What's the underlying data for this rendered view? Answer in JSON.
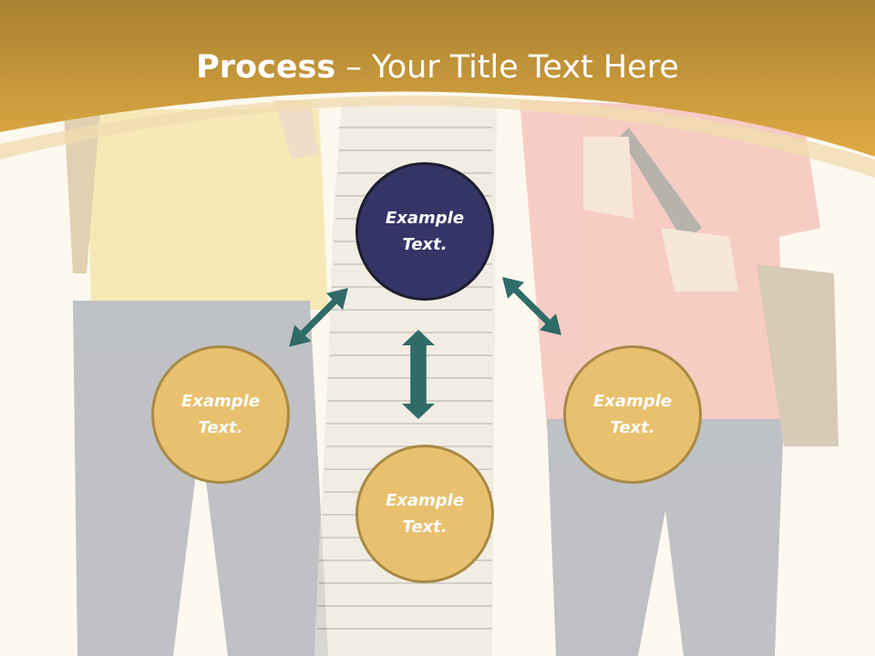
{
  "title": {
    "bold_part": "Process",
    "rest": " – Your Title Text Here"
  },
  "nodes": {
    "top": "Example\nText.",
    "left": "Example\nText.",
    "right": "Example\nText.",
    "bottom": "Example\nText."
  },
  "colors": {
    "header": "#d9a43c",
    "background": "#fdf9ef",
    "top_circle": "#353466",
    "gold_circle": "#e8c06e",
    "arrow": "#2f6b68"
  },
  "icons": [
    "double-arrow-icon"
  ]
}
